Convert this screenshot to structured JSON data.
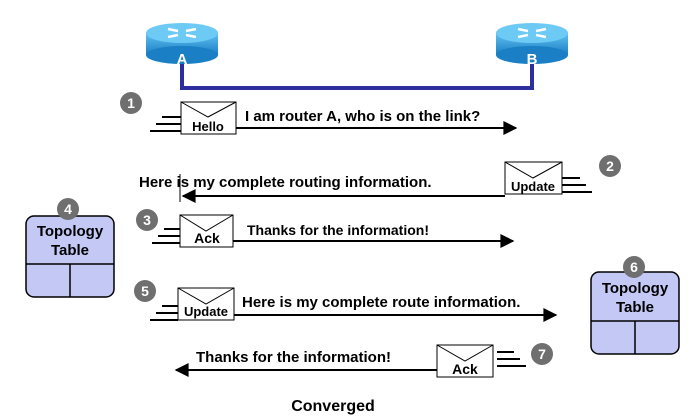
{
  "routers": [
    {
      "label": "A",
      "color": "#1e90d6"
    },
    {
      "label": "B",
      "color": "#1e90d6"
    }
  ],
  "link_color": "#2d2f9e",
  "steps": [
    {
      "num": "1",
      "packet": "Hello",
      "message": "I am router A, who is on the link?"
    },
    {
      "num": "2",
      "packet": "Update",
      "message": "Here is my complete routing information."
    },
    {
      "num": "3",
      "packet": "Ack",
      "message": "Thanks for the information!"
    },
    {
      "num": "5",
      "packet": "Update",
      "message": "Here is my complete route information."
    },
    {
      "num": "7",
      "packet": "Ack",
      "message": "Thanks for the information!"
    }
  ],
  "tables": [
    {
      "num": "4",
      "title_line1": "Topology",
      "title_line2": "Table"
    },
    {
      "num": "6",
      "title_line1": "Topology",
      "title_line2": "Table"
    }
  ],
  "footer": "Converged",
  "colors": {
    "table_fill": "#c3c8f5",
    "step_circle": "#6f6f6f"
  }
}
